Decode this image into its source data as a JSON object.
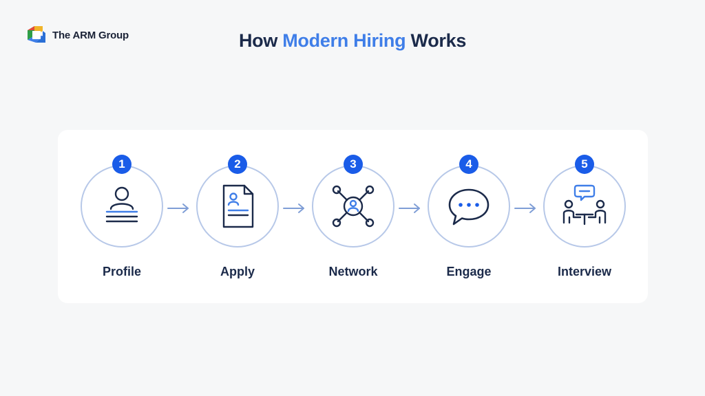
{
  "brand": {
    "name": "The ARM Group",
    "logo_icon": "arm-group-logo"
  },
  "title": {
    "part1": "How ",
    "accent": "Modern Hiring",
    "part2": " Works"
  },
  "colors": {
    "accent": "#3f7ee8",
    "badge": "#1a5ce8",
    "dark": "#1b2a4a",
    "outline": "#b7c8e8"
  },
  "steps": [
    {
      "number": "1",
      "label": "Profile",
      "icon": "profile-icon"
    },
    {
      "number": "2",
      "label": "Apply",
      "icon": "document-icon"
    },
    {
      "number": "3",
      "label": "Network",
      "icon": "network-icon"
    },
    {
      "number": "4",
      "label": "Engage",
      "icon": "chat-icon"
    },
    {
      "number": "5",
      "label": "Interview",
      "icon": "interview-icon"
    }
  ]
}
